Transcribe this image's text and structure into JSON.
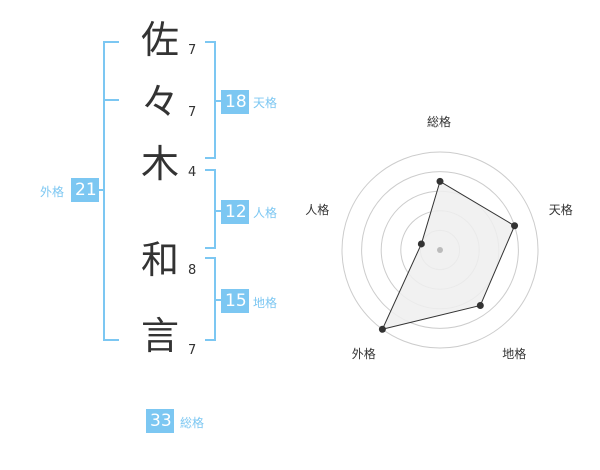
{
  "name": {
    "characters": [
      {
        "char": "佐",
        "strokes": "7"
      },
      {
        "char": "々",
        "strokes": "7"
      },
      {
        "char": "木",
        "strokes": "4"
      },
      {
        "char": "和",
        "strokes": "8"
      },
      {
        "char": "言",
        "strokes": "7"
      }
    ]
  },
  "fortunes": {
    "tenkaku": {
      "label": "天格",
      "value": "18"
    },
    "jinkaku": {
      "label": "人格",
      "value": "12"
    },
    "chikaku": {
      "label": "地格",
      "value": "15"
    },
    "gaikaku": {
      "label": "外格",
      "value": "21"
    },
    "soukaku": {
      "label": "総格",
      "value": "33"
    }
  },
  "chart_data": {
    "type": "radar",
    "axes": [
      "総格",
      "天格",
      "地格",
      "外格",
      "人格"
    ],
    "values": [
      3.5,
      4,
      3.5,
      5,
      1
    ],
    "range": [
      0,
      5
    ],
    "rings": 5,
    "grid": true
  },
  "colors": {
    "accent": "#7cc7f2",
    "badge": "#7cc7f2",
    "label": "#7cc7f2",
    "chart_fill": "#eeeeee",
    "chart_line": "#333333",
    "grid": "#cccccc"
  }
}
